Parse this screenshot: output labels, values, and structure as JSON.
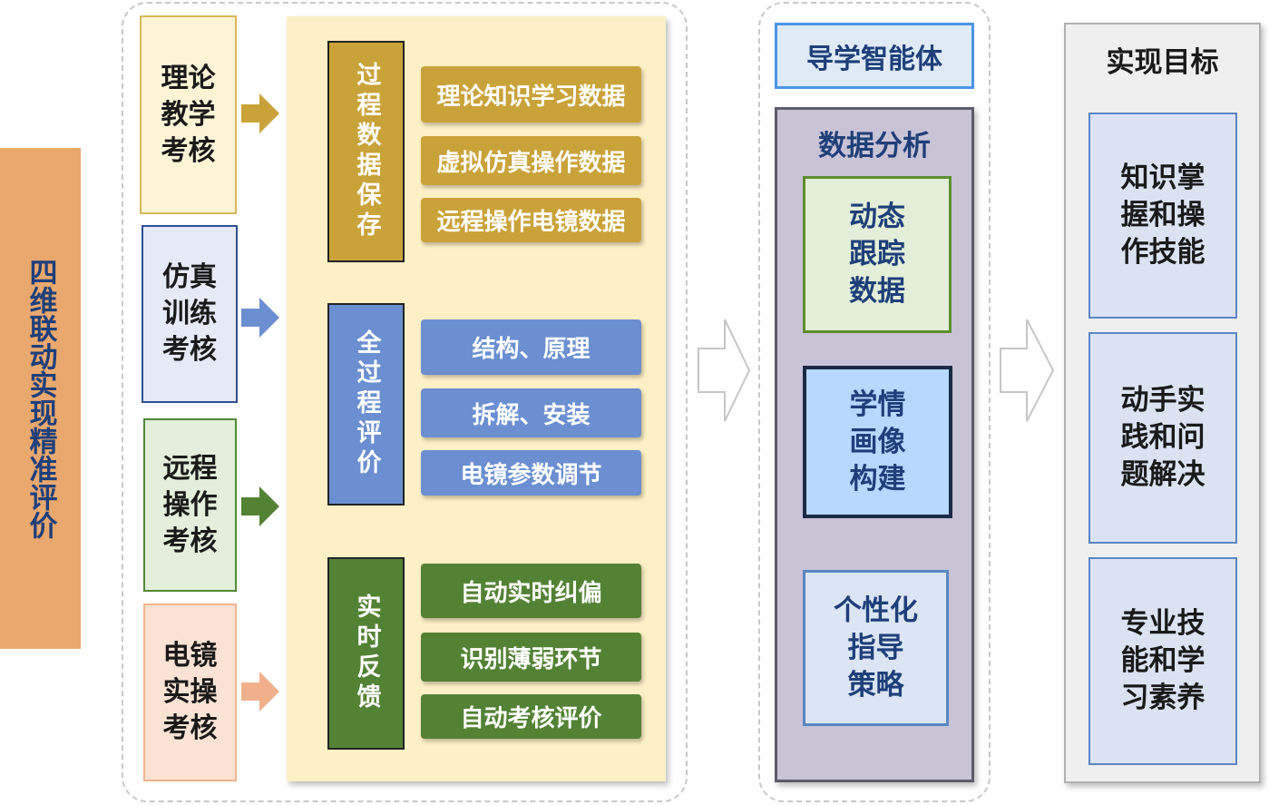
{
  "side_title": "四维联动实现精准评价",
  "categories": [
    {
      "label": "理论教学考核",
      "lines": [
        "理论",
        "教学",
        "考核"
      ],
      "bg": "#fdf4d6",
      "border": "#d9b85a",
      "arrow": "#c9a33a"
    },
    {
      "label": "仿真训练考核",
      "lines": [
        "仿真",
        "训练",
        "考核"
      ],
      "bg": "#e6eaf6",
      "border": "#2f4f8f",
      "arrow": "#6b8fd0"
    },
    {
      "label": "远程操作考核",
      "lines": [
        "远程",
        "操作",
        "考核"
      ],
      "bg": "#e3efdb",
      "border": "#4f8a33",
      "arrow": "#548235"
    },
    {
      "label": "电镜实操考核",
      "lines": [
        "电镜",
        "实操",
        "考核"
      ],
      "bg": "#fbe3d4",
      "border": "#f0b48c",
      "arrow": "#efb08b"
    }
  ],
  "groups": [
    {
      "label": "过程数据保存",
      "color": "#c9a33a",
      "items": [
        "理论知识学习数据",
        "虚拟仿真操作数据",
        "远程操作电镜数据"
      ]
    },
    {
      "label": "全过程评价",
      "color": "#6b8fd0",
      "items": [
        "结构、原理",
        "拆解、安装",
        "电镜参数调节"
      ]
    },
    {
      "label": "实时反馈",
      "color": "#548235",
      "items": [
        "自动实时纠偏",
        "识别薄弱环节",
        "自动考核评价"
      ]
    }
  ],
  "agent_label": "导学智能体",
  "analysis": {
    "title": "数据分析",
    "boxes": [
      {
        "lines": [
          "动态",
          "跟踪",
          "数据"
        ],
        "bg": "#e3efd8",
        "border": "#5c8e2f"
      },
      {
        "lines": [
          "学情",
          "画像",
          "构建"
        ],
        "bg": "#b7d8ff",
        "border": "#1a2b44"
      },
      {
        "lines": [
          "个性化",
          "指导",
          "策略"
        ],
        "bg": "#dbe5f3",
        "border": "#5b86c4"
      }
    ]
  },
  "goals": {
    "title": "实现目标",
    "items": [
      {
        "lines": [
          "知识掌",
          "握和操",
          "作技能"
        ]
      },
      {
        "lines": [
          "动手实",
          "践和问",
          "题解决"
        ]
      },
      {
        "lines": [
          "专业技",
          "能和学",
          "习素养"
        ]
      }
    ]
  }
}
